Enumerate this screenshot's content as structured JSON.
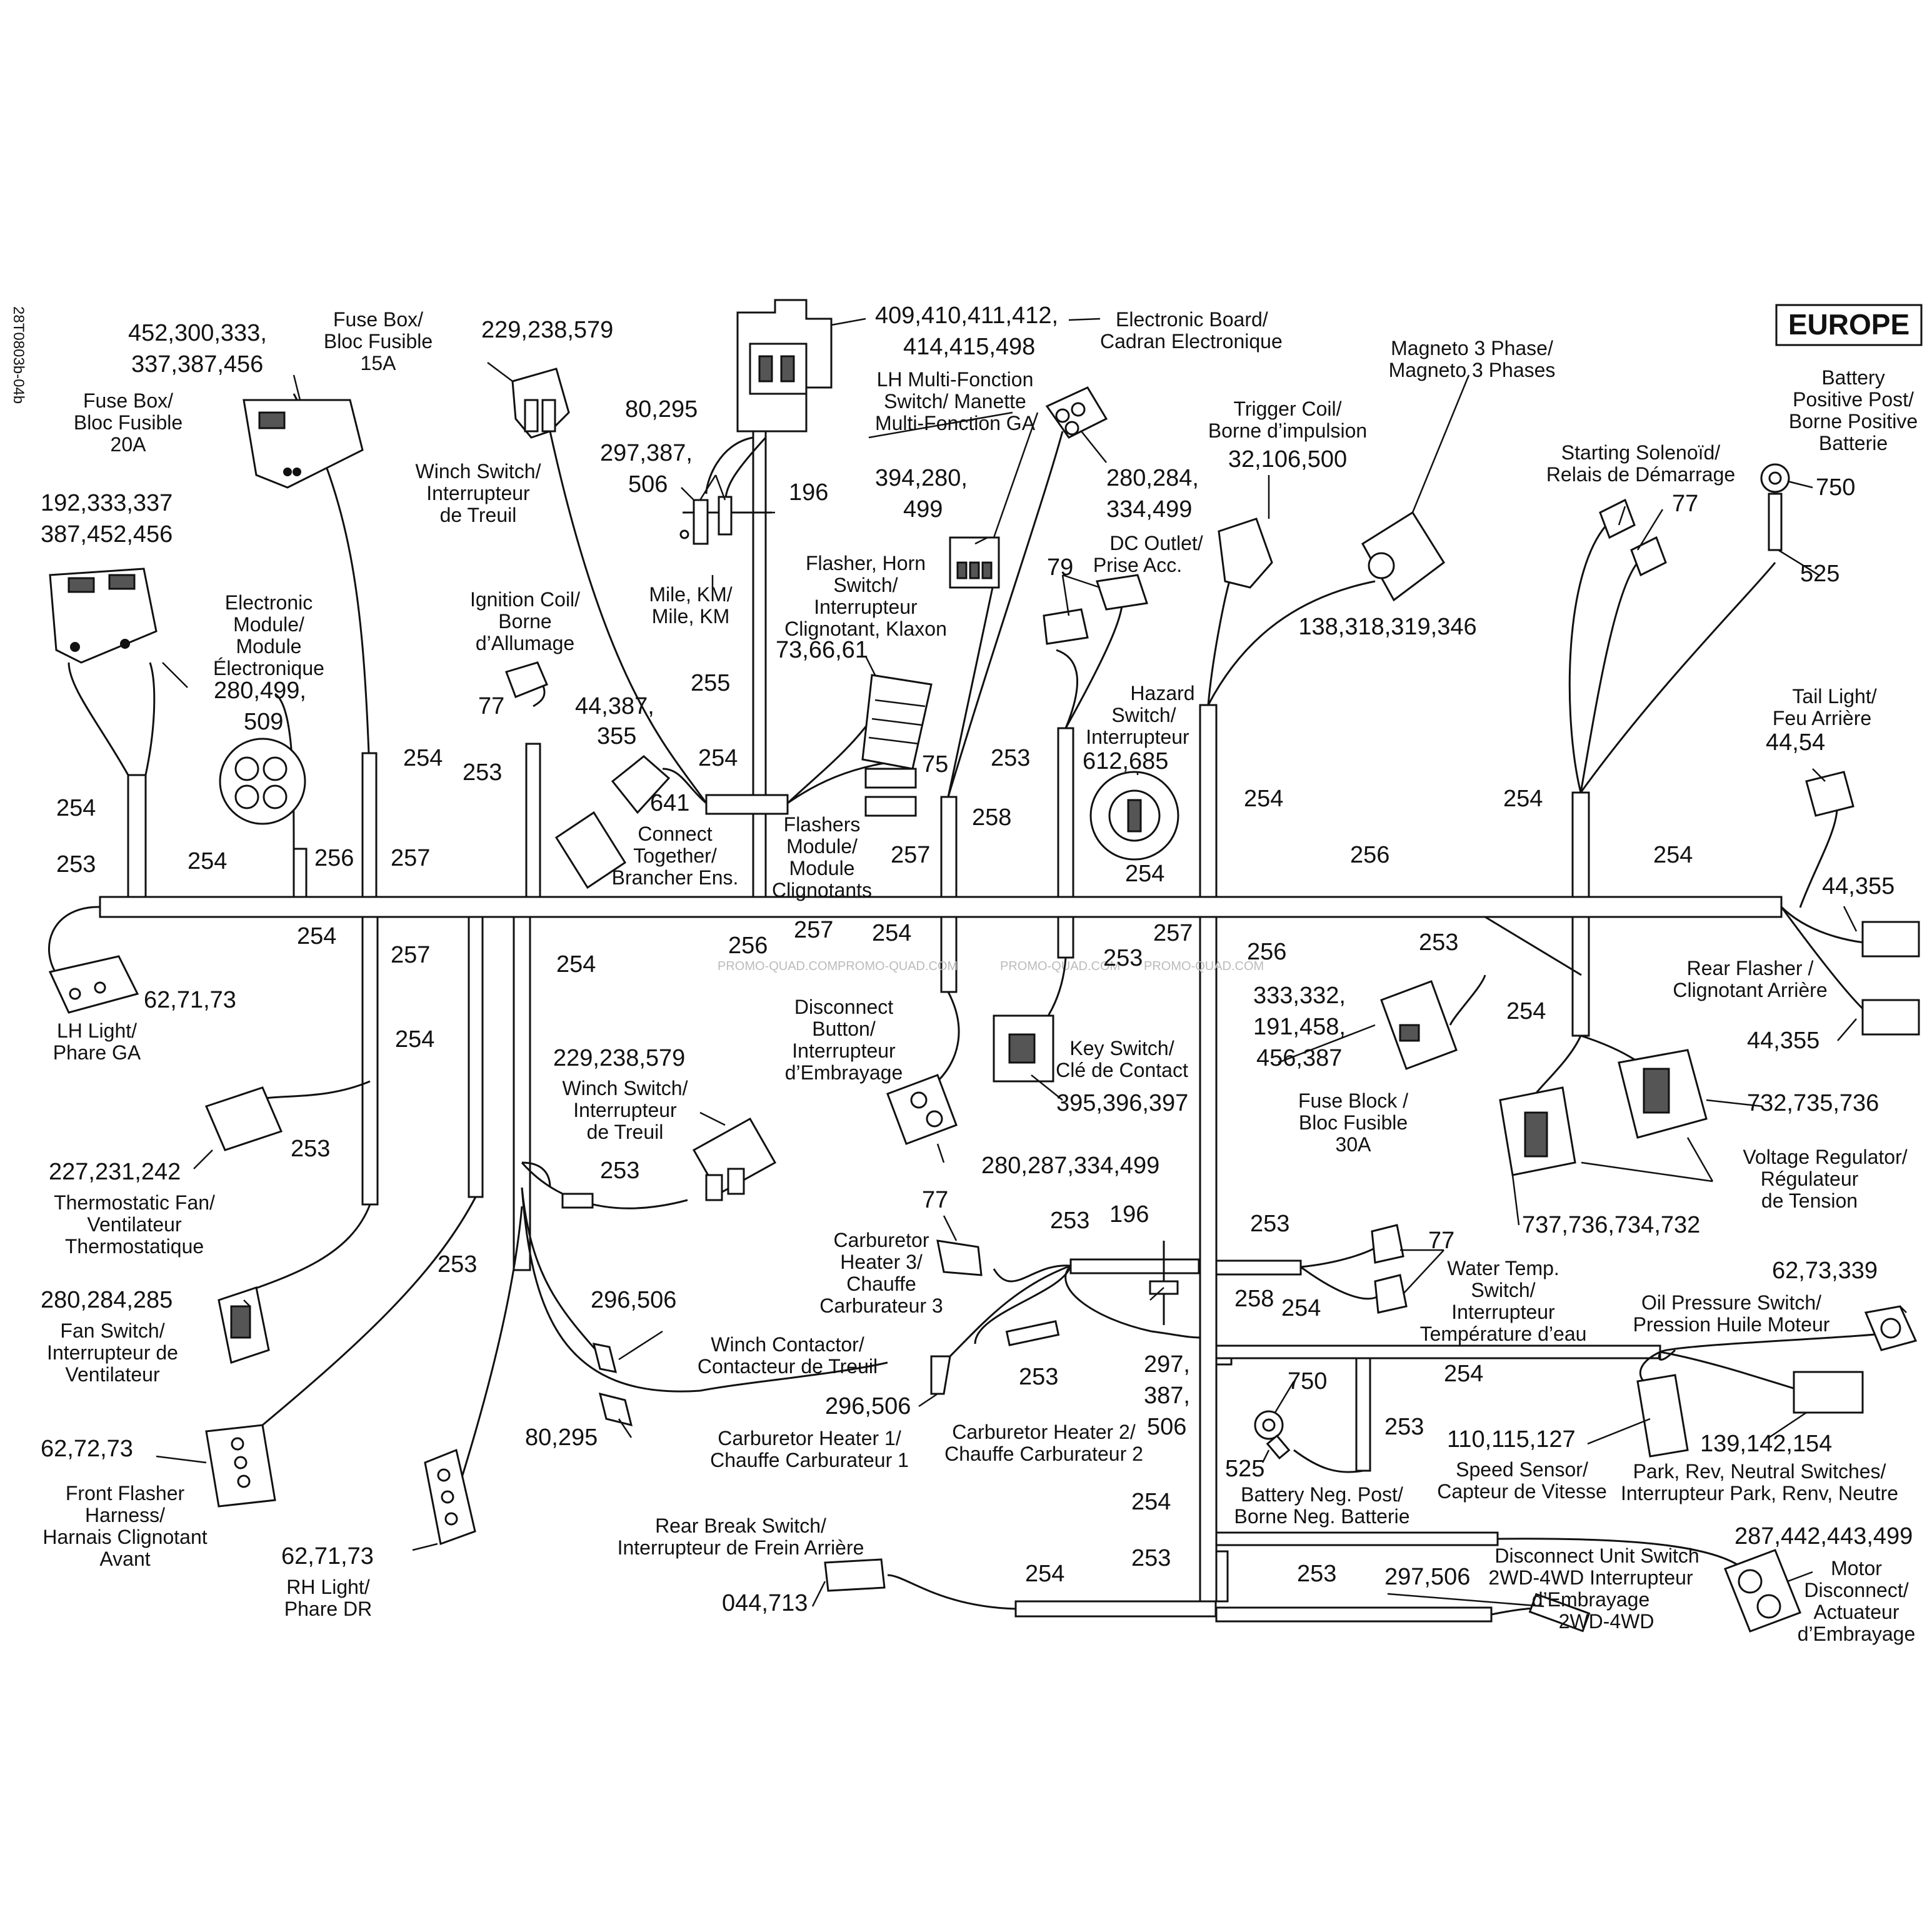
{
  "region": "EUROPE",
  "drawing_id": "28T0803b-04b",
  "watermark": "PROMO-QUAD.COM",
  "callouts": {
    "elec_board": {
      "num": "409,410,411,412,",
      "num2": "414,415,498",
      "label": "Electronic Board/",
      "label2": "Cadran Electronique"
    },
    "lh_multi": {
      "label": "LH Multi-Fonction",
      "label2": "Switch/ Manette",
      "label3": "Multi-Fonction GA"
    },
    "magneto": {
      "label": "Magneto 3 Phase/",
      "label2": "Magneto 3 Phases",
      "num": "138,318,319,346"
    },
    "battery_pos": {
      "label": "Battery",
      "label2": "Positive Post/",
      "label3": "Borne Positive",
      "label4": "Batterie",
      "num": "750",
      "num2": "525"
    },
    "trigger_coil": {
      "label": "Trigger Coil/",
      "label2": "Borne d’impulsion",
      "num": "32,106,500"
    },
    "starting_solenoid": {
      "label": "Starting Solenoïd/",
      "label2": "Relais de Démarrage",
      "num": "77"
    },
    "fuse_15a": {
      "num": "452,300,333,",
      "num2": "337,387,456",
      "label": "Fuse Box/",
      "label2": "Bloc Fusible",
      "label3": "15A"
    },
    "fuse_20a": {
      "label": "Fuse Box/",
      "label2": "Bloc Fusible",
      "label3": "20A",
      "num": "192,333,337",
      "num2": "387,452,456"
    },
    "winch_switch_top": {
      "num": "229,238,579",
      "label": "Winch Switch/",
      "label2": "Interrupteur",
      "label3": "de Treuil"
    },
    "mile_km": {
      "num": "80,295",
      "num2": "297,387,",
      "num3": "506",
      "num4": "196",
      "label": "Mile, KM/",
      "label2": "Mile, KM"
    },
    "flasher_horn": {
      "label": "Flasher, Horn",
      "label2": "Switch/",
      "label3": "Interrupteur",
      "label4": "Clignotant, Klaxon",
      "num": "73,66,61"
    },
    "dc_outlet": {
      "label": "DC Outlet/",
      "label2": "Prise Acc.",
      "num": "79"
    },
    "electronic_module": {
      "label": "Electronic",
      "label2": "Module/",
      "label3": "Module",
      "label4": "Électronique",
      "num": "280,499,",
      "num2": "509"
    },
    "ignition_coil": {
      "label": "Ignition Coil/",
      "label2": "Borne",
      "label3": "d’Allumage",
      "num": "77"
    },
    "connect_together": {
      "num": "44,387,",
      "num2": "355",
      "num3": "641",
      "label": "Connect",
      "label2": "Together/",
      "label3": "Brancher Ens."
    },
    "flashers_module": {
      "num": "75",
      "label": "Flashers",
      "label2": "Module/",
      "label3": "Module",
      "label4": "Clignotants"
    },
    "hazard_switch": {
      "label": "Hazard",
      "label2": "Switch/",
      "label3": "Interrupteur",
      "num": "612,685"
    },
    "tail_light": {
      "label": "Tail Light/",
      "label2": "Feu Arrière",
      "num": "44,54",
      "num2": "44,355"
    },
    "rear_flasher": {
      "label": "Rear Flasher /",
      "label2": "Clignotant Arrière",
      "num": "44,355"
    },
    "lh_light": {
      "num": "62,71,73",
      "label": "LH Light/",
      "label2": "Phare GA"
    },
    "disconnect_button": {
      "label": "Disconnect",
      "label2": "Button/",
      "label3": "Interrupteur",
      "label4": "d’Embrayage",
      "num": "280,287,334,499"
    },
    "key_switch": {
      "label": "Key Switch/",
      "label2": "Clé de Contact",
      "num": "395,396,397"
    },
    "fuse_block": {
      "num": "333,332,",
      "num2": "191,458,",
      "num3": "456,387",
      "label": "Fuse Block /",
      "label2": "Bloc Fusible",
      "label3": "30A"
    },
    "voltage_reg": {
      "num": "732,735,736",
      "num2": "737,736,734,732",
      "label": "Voltage Regulator/",
      "label2": "Régulateur",
      "label3": "de Tension"
    },
    "thermo_fan": {
      "num": "227,231,242",
      "label": "Thermostatic Fan/",
      "label2": "Ventilateur",
      "label3": "Thermostatique"
    },
    "winch_switch_mid": {
      "num": "229,238,579",
      "label": "Winch Switch/",
      "label2": "Interrupteur",
      "label3": "de Treuil"
    },
    "fan_switch": {
      "num": "280,284,285",
      "label": "Fan Switch/",
      "label2": "Interrupteur de",
      "label3": "Ventilateur"
    },
    "front_flasher": {
      "num": "62,72,73",
      "label": "Front Flasher",
      "label2": "Harness/",
      "label3": "Harnais Clignotant",
      "label4": "Avant"
    },
    "rh_light": {
      "num": "62,71,73",
      "label": "RH Light/",
      "label2": "Phare DR"
    },
    "winch_contactor": {
      "num": "296,506",
      "num2": "80,295",
      "label": "Winch Contactor/",
      "label2": "Contacteur de Treuil"
    },
    "carb_heater3": {
      "num": "77",
      "label": "Carburetor",
      "label2": "Heater 3/",
      "label3": "Chauffe",
      "label4": "Carburateur 3"
    },
    "carb_heater1": {
      "num": "296,506",
      "label": "Carburetor Heater 1/",
      "label2": "Chauffe Carburateur 1"
    },
    "carb_heater2": {
      "label": "Carburetor Heater 2/",
      "label2": "Chauffe Carburateur 2"
    },
    "carb_bolt": {
      "num": "297,",
      "num2": "387,",
      "num3": "506",
      "num4": "196"
    },
    "water_temp": {
      "num": "77",
      "label": "Water Temp.",
      "label2": "Switch/",
      "label3": "Interrupteur",
      "label4": "Température d’eau"
    },
    "oil_pressure": {
      "num": "62,73,339",
      "label": "Oil Pressure Switch/",
      "label2": "Pression Huile Moteur"
    },
    "speed_sensor": {
      "num": "110,115,127",
      "label": "Speed Sensor/",
      "label2": "Capteur de Vitesse"
    },
    "park_switches": {
      "num": "139,142,154",
      "label": "Park, Rev, Neutral Switches/",
      "label2": "Interrupteur Park, Renv, Neutre"
    },
    "battery_neg": {
      "num": "750",
      "num2": "525",
      "label": "Battery Neg. Post/",
      "label2": "Borne Neg. Batterie"
    },
    "rear_brake": {
      "label": "Rear Break Switch/",
      "label2": "Interrupteur de Frein Arrière",
      "num": "044,713"
    },
    "disconnect_unit": {
      "num": "297,506",
      "label": "Disconnect Unit Switch",
      "label2": "2WD-4WD Interrupteur",
      "label3": "d’Embrayage",
      "label4": "2WD-4WD"
    },
    "motor_disconnect": {
      "num": "287,442,443,499",
      "label": "Motor",
      "label2": "Disconnect/",
      "label3": "Actuateur",
      "label4": "d’Embrayage"
    }
  },
  "harness_refs": {
    "a": "254",
    "b": "253",
    "c": "254",
    "d": "256",
    "e": "257",
    "f": "254",
    "g": "253",
    "h": "254",
    "i": "255",
    "j": "254",
    "k": "257",
    "l": "258",
    "m": "253",
    "n": "254",
    "o": "254",
    "p": "256",
    "q": "254",
    "r": "254",
    "s": "257",
    "t": "254",
    "u": "254",
    "v": "256",
    "w": "257",
    "x": "254",
    "y": "253",
    "z": "257",
    "aa": "256",
    "ab": "253",
    "ac": "254",
    "ad": "254",
    "ae": "253",
    "af": "253",
    "ag": "253",
    "ah": "253",
    "ai": "253",
    "aj": "196",
    "ak": "253",
    "al": "253",
    "am": "258",
    "an": "254",
    "ao": "254",
    "ap": "253",
    "aq": "254",
    "ar": "253",
    "as": "253"
  }
}
